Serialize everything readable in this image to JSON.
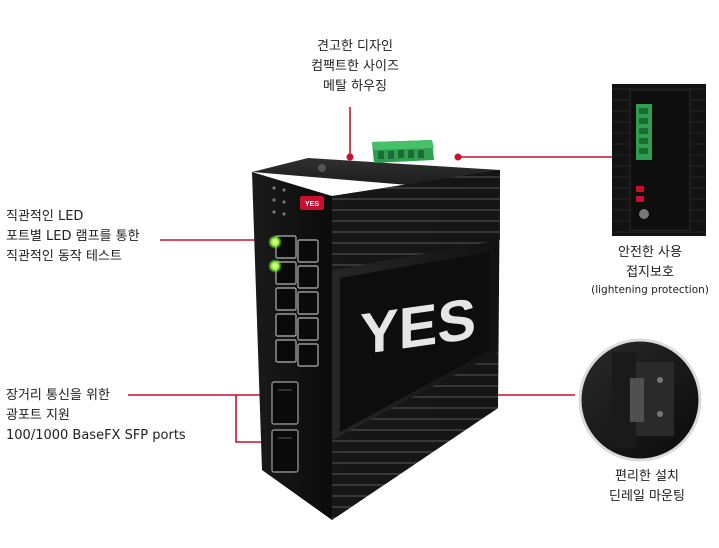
{
  "callouts": {
    "design": {
      "lines": [
        "견고한 디자인",
        "컴팩트한 사이즈",
        "메탈 하우징"
      ]
    },
    "led": {
      "lines": [
        "직관적인 LED",
        "포트별 LED 램프를 통한",
        "직관적인 동작 테스트"
      ]
    },
    "sfp": {
      "lines": [
        "장거리 통신을 위한",
        "광포트 지원",
        "100/1000 BaseFX SFP ports"
      ]
    },
    "safety": {
      "lines": [
        "안전한 사용",
        "접지보호"
      ],
      "note": "(lightening protection)"
    },
    "din": {
      "lines": [
        "편리한 설치",
        "딘레일 마운팅"
      ]
    }
  },
  "device": {
    "brand": "YES",
    "badge": "YES"
  },
  "colors": {
    "accent_red": "#c8102e",
    "housing": "#111111",
    "terminal_green": "#2e9e4f",
    "led_green": "#8cff3a"
  }
}
